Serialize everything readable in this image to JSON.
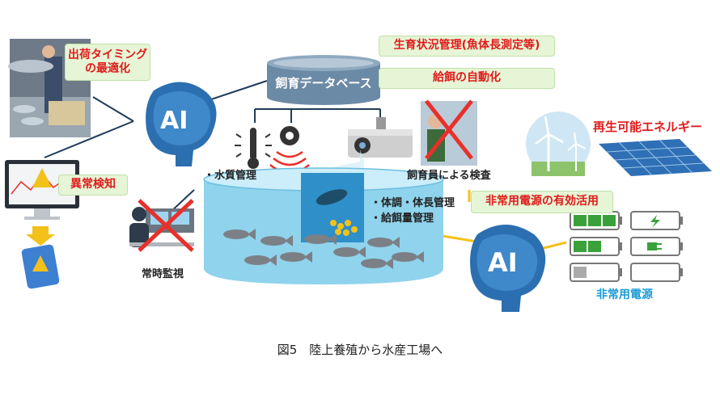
{
  "labels": {
    "shipping_timing": "出荷タイミング\nの最適化",
    "growth_management": "生育状況管理(魚体長測定等)",
    "auto_feeding": "給餌の自動化",
    "database": "飼育データベース",
    "water_quality": "・水質管理",
    "inspection": "飼育員による検査",
    "renewable": "再生可能エネルギー",
    "anomaly": "異常検知",
    "backup_power_use": "非常用電源の有効活用",
    "body_condition": "・体調・体長管理",
    "feed_amount": "・給餌量管理",
    "constant_monitoring": "常時監視",
    "backup_power": "非常用電源",
    "ai": "AI",
    "ai2": "AI"
  },
  "caption": "図5　陸上養殖から水産工場へ",
  "colors": {
    "red_text": "#e01b1b",
    "green_box": "#e6f5d6",
    "blue_text": "#1a9bd7",
    "cross": "#e8302a",
    "tank": "#8fd3ec",
    "yellow_line": "#f2c21a"
  }
}
